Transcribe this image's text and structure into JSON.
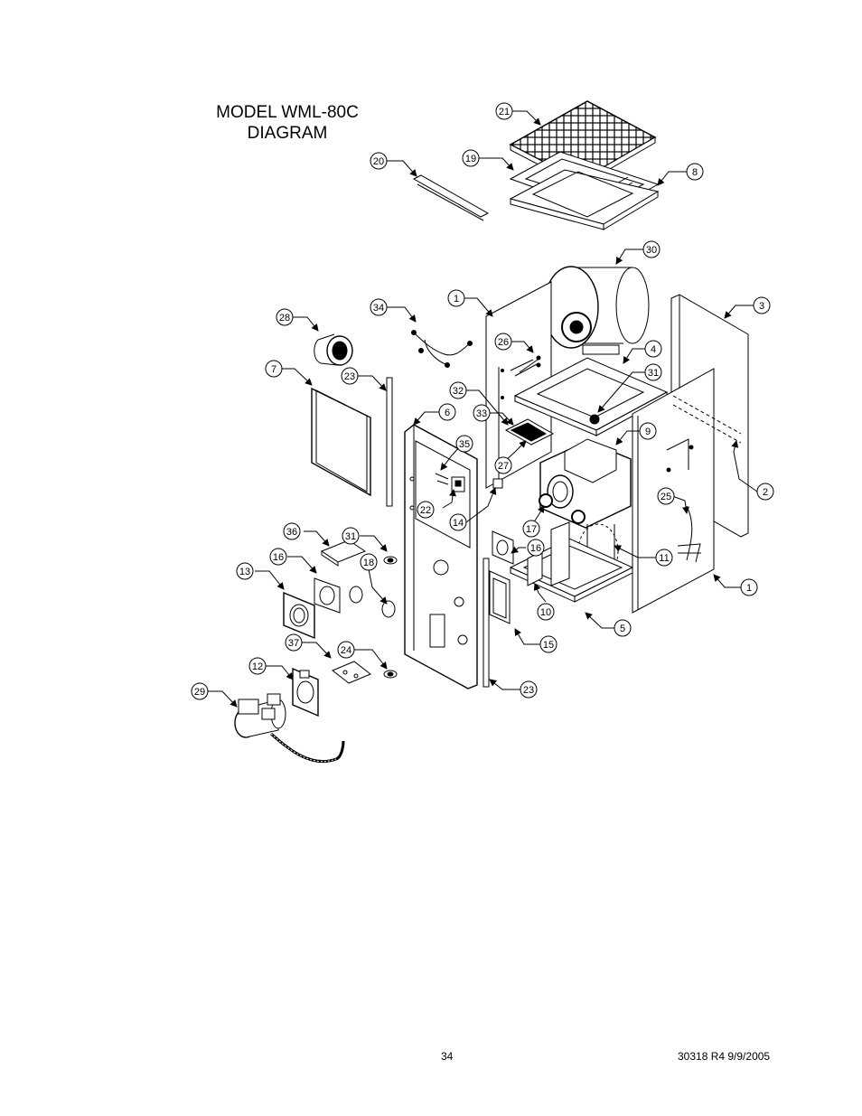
{
  "title": {
    "line1": "MODEL WML-80C",
    "line2": "DIAGRAM"
  },
  "footer": {
    "page_number": "34",
    "document_id": "30318 R4 9/9/2005"
  },
  "callouts": [
    {
      "id": "c21a",
      "label": "21"
    },
    {
      "id": "c20",
      "label": "20"
    },
    {
      "id": "c19",
      "label": "19"
    },
    {
      "id": "c8",
      "label": "8"
    },
    {
      "id": "c30",
      "label": "30"
    },
    {
      "id": "c1a",
      "label": "1"
    },
    {
      "id": "c3",
      "label": "3"
    },
    {
      "id": "c34",
      "label": "34"
    },
    {
      "id": "c28",
      "label": "28"
    },
    {
      "id": "c26",
      "label": "26"
    },
    {
      "id": "c4",
      "label": "4"
    },
    {
      "id": "c31a",
      "label": "31"
    },
    {
      "id": "c7",
      "label": "7"
    },
    {
      "id": "c23a",
      "label": "23"
    },
    {
      "id": "c32",
      "label": "32"
    },
    {
      "id": "c6",
      "label": "6"
    },
    {
      "id": "c33",
      "label": "33"
    },
    {
      "id": "c9",
      "label": "9"
    },
    {
      "id": "c35",
      "label": "35"
    },
    {
      "id": "c27",
      "label": "27"
    },
    {
      "id": "c2",
      "label": "2"
    },
    {
      "id": "c22",
      "label": "22"
    },
    {
      "id": "c25",
      "label": "25"
    },
    {
      "id": "c14",
      "label": "14"
    },
    {
      "id": "c17",
      "label": "17"
    },
    {
      "id": "c36",
      "label": "36"
    },
    {
      "id": "c31b",
      "label": "31"
    },
    {
      "id": "c16a",
      "label": "16"
    },
    {
      "id": "c16b",
      "label": "16"
    },
    {
      "id": "c11",
      "label": "11"
    },
    {
      "id": "c18",
      "label": "18"
    },
    {
      "id": "c13",
      "label": "13"
    },
    {
      "id": "c1b",
      "label": "1"
    },
    {
      "id": "c10",
      "label": "10"
    },
    {
      "id": "c5",
      "label": "5"
    },
    {
      "id": "c15",
      "label": "15"
    },
    {
      "id": "c37",
      "label": "37"
    },
    {
      "id": "c24",
      "label": "24"
    },
    {
      "id": "c12",
      "label": "12"
    },
    {
      "id": "c23b",
      "label": "23"
    },
    {
      "id": "c29",
      "label": "29"
    }
  ]
}
